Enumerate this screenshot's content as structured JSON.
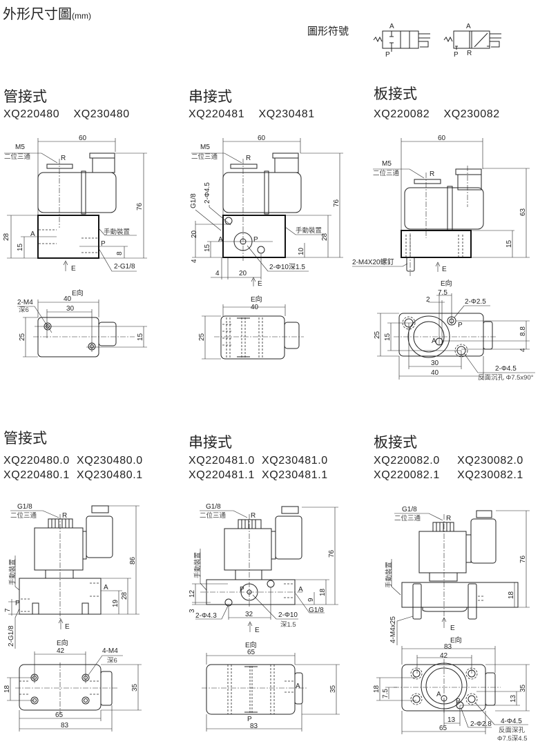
{
  "header": {
    "title": "外形尺寸圖",
    "unit": "(mm)",
    "symbol_label": "圖形符號"
  },
  "symbols": {
    "a": "A",
    "p": "P",
    "r": "R"
  },
  "top": {
    "s1": {
      "title": "管接式",
      "models": "XQ220480    XQ230480"
    },
    "s2": {
      "title": "串接式",
      "models": "XQ220481    XQ230481"
    },
    "s3": {
      "title": "板接式",
      "models": "XQ220082    XQ230082"
    }
  },
  "bottom": {
    "s1": {
      "title": "管接式",
      "models1": "XQ220480.0  XQ230480.0",
      "models2": "XQ220480.1  XQ230480.1"
    },
    "s2": {
      "title": "串接式",
      "models1": "XQ220481.0  XQ230481.0",
      "models2": "XQ220481.1  XQ230481.1"
    },
    "s3": {
      "title": "板接式",
      "models1": "XQ220082.0     XQ230082.0",
      "models2": "XQ220082.1     XQ230082.1"
    }
  },
  "common": {
    "two_way": "二位三通",
    "manual": "手動裝置",
    "e": "E",
    "e_view": "E向",
    "r": "R",
    "a": "A",
    "p": "P"
  },
  "p1": {
    "m5": "M5",
    "d60": "60",
    "d76": "76",
    "d28": "28",
    "d15": "15",
    "d8": "8",
    "g18": "2-G1/8",
    "m4": "2-M4",
    "deep6": "深6",
    "d40": "40",
    "d30": "30",
    "d25": "25",
    "d15b": "15"
  },
  "p2": {
    "m5": "M5",
    "d60": "60",
    "d76": "76",
    "d28": "28",
    "d20": "20",
    "d15": "15",
    "d4": "4",
    "d10": "10",
    "phi45": "2-Φ4.5",
    "g18": "G1/8",
    "phi10": "2-Φ10深1.5",
    "d4b": "4",
    "d20b": "20",
    "d40": "40",
    "d25": "25"
  },
  "p3": {
    "m5": "M5",
    "d60": "60",
    "d63": "63",
    "d15": "15",
    "screw": "2-M4X20螺釘",
    "d75": "7.5",
    "d2": "2",
    "phi25": "2-Φ2.5",
    "d25": "25",
    "d15b": "15",
    "d88": "8.8",
    "d4": "4",
    "d30": "30",
    "d40": "40",
    "phi45": "2-Φ4.5",
    "cs": "反面沉孔 Φ7.5x90°"
  },
  "p4": {
    "g18": "G1/8",
    "d86": "86",
    "d28": "28",
    "d19": "19",
    "d7": "7",
    "g18b": "2-G1/8",
    "d42": "42",
    "m4": "4-M4",
    "deep6": "深6",
    "d18": "18",
    "d35": "35",
    "d65": "65",
    "d83": "83"
  },
  "p5": {
    "g18": "G1/8",
    "d76": "76",
    "d18": "18",
    "d9": "9",
    "d12": "12",
    "d3": "3",
    "phi43": "2-Φ4.3",
    "d32": "32",
    "phi10": "2-Φ10",
    "deep15": "深1.5",
    "g18b": "G1/8",
    "d65": "65",
    "d35": "35",
    "d83": "83"
  },
  "p6": {
    "g18": "G1/8",
    "d76": "76",
    "d18": "18",
    "m4x25": "4-M4x25",
    "d83": "83",
    "d42": "42",
    "d18b": "18",
    "d75": "7.5",
    "d13": "13",
    "d35": "35",
    "d13b": "13",
    "phi28": "2-Φ2.8",
    "phi45": "4-Φ4.5",
    "deep": "反面深孔",
    "deep2": "Φ7.5深4.5",
    "d65": "65"
  }
}
